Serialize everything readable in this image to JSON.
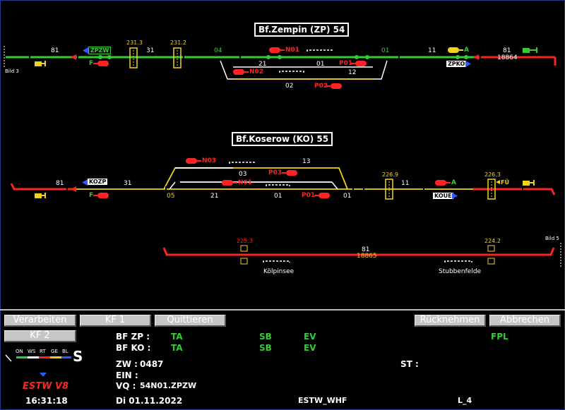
{
  "stations": {
    "zempin": {
      "title": "Bf.Zempin (ZP) 54"
    },
    "koserow": {
      "title": "Bf.Koserow (KO) 55"
    }
  },
  "labels": {
    "z_81_left": "81",
    "z_31": "31",
    "z_04": "04",
    "z_21": "21",
    "z_01": "01",
    "z_01_green": "01",
    "z_11": "11",
    "z_81_right": "81",
    "z_18864": "18864",
    "z_02": "02",
    "z_12": "12",
    "z_km_231_3": "231.3",
    "z_km_231_2": "231.2",
    "z_bild3": "Bild 3",
    "k_81": "81",
    "k_31": "31",
    "k_05": "05",
    "k_21": "21",
    "k_01_main": "01",
    "k_01_right": "01",
    "k_03": "03",
    "k_13": "13",
    "k_11": "11",
    "k_km_226_9": "226.9",
    "k_km_226_3": "226.3",
    "o_81": "81",
    "o_18865": "18865",
    "o_km_225_3": "225.3",
    "o_km_224_2": "224.2",
    "o_koelpinsee": "Kölpinsee",
    "o_stubbenfelde": "Stubbenfelde",
    "o_bild5": "Bild 5"
  },
  "tags": {
    "zpzw": "ZPZW",
    "zpko": "ZPKO",
    "kozp": "KOZP",
    "koue": "KOUE"
  },
  "signals": {
    "z_n01": "N01",
    "z_n02": "N02",
    "z_p01": "P01",
    "z_p02": "P02",
    "z_f": "F",
    "z_a": "A",
    "k_n03": "N03",
    "k_n01": "N01",
    "k_p03": "P03",
    "k_p01": "P01",
    "k_f": "F",
    "k_a": "A",
    "k_fu": "FÜ"
  },
  "buttons": {
    "verarbeiten": "Verarbeiten",
    "kf1": "KF 1",
    "quittieren": "Quittieren",
    "ruecknehmen": "Rücknehmen",
    "abbrechen": "Abbrechen",
    "kf2": "KF 2"
  },
  "status": {
    "bf_zp": "BF ZP :",
    "bf_ko": "BF KO :",
    "ta": "TA",
    "sb": "SB",
    "ev": "EV",
    "fpl": "FPL",
    "zw_label": "ZW :",
    "zw_value": "0487",
    "st_label": "ST :",
    "ein_label": "EIN :",
    "vq_label": "VQ :",
    "vq_value": "54N01.ZPZW",
    "date": "Di  01.11.2022",
    "system": "ESTW_WHF",
    "line": "L_4",
    "time": "16:31:18",
    "brand": "ESTW V8",
    "s_letter": "S"
  },
  "legend": {
    "on": "ON",
    "ws": "WS",
    "rt": "RT",
    "ge": "GE",
    "bl": "BL"
  },
  "colors": {
    "free": "#33cc33",
    "occupied": "#ff2222",
    "route": "#f2d21c",
    "idle": "#ffffff"
  }
}
